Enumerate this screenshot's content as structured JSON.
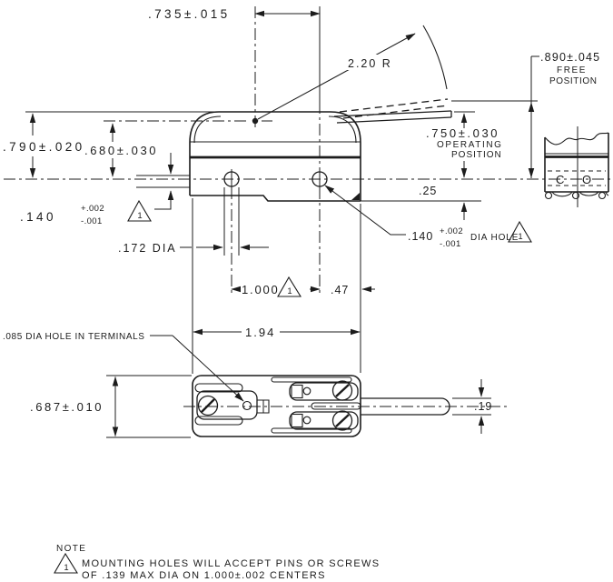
{
  "drawing": {
    "paper_color": "#ffffff",
    "ink_color": "#1c1c1c",
    "flag_id": "1",
    "dimensions": {
      "top_span": ".735±.015",
      "lever_radius": "2.20 R",
      "free_position": {
        "value": ".890±.045",
        "line1": "FREE",
        "line2": "POSITION"
      },
      "operating_position": {
        "value": ".750±.030",
        "line1": "OPERATING",
        "line2": "POSITION"
      },
      "overall_height": ".790±.020",
      "plunger_center_height": ".680±.030",
      "side_hole": {
        "value": ".140",
        "tol_plus": "+.002",
        "tol_minus": "-.001"
      },
      "mounting_hole": {
        "value": ".140",
        "tol_plus": "+.002",
        "tol_minus": "-.001",
        "suffix": "DIA HOLE"
      },
      "hole_dia": ".172 DIA",
      "hole_centers": "1.000",
      "edge_distance": ".47",
      "body_length": "1.94",
      "centerline_offset": ".25",
      "terminal_hole": ".085 DIA HOLE IN TERMINALS",
      "base_height": ".687±.010",
      "lever_width": ".19"
    },
    "side_view_markings": {
      "c": "C",
      "o": "O"
    },
    "note": {
      "heading": "NOTE",
      "line1": "MOUNTING HOLES WILL ACCEPT PINS OR SCREWS",
      "line2": "OF .139 MAX DIA ON 1.000±.002 CENTERS"
    }
  }
}
